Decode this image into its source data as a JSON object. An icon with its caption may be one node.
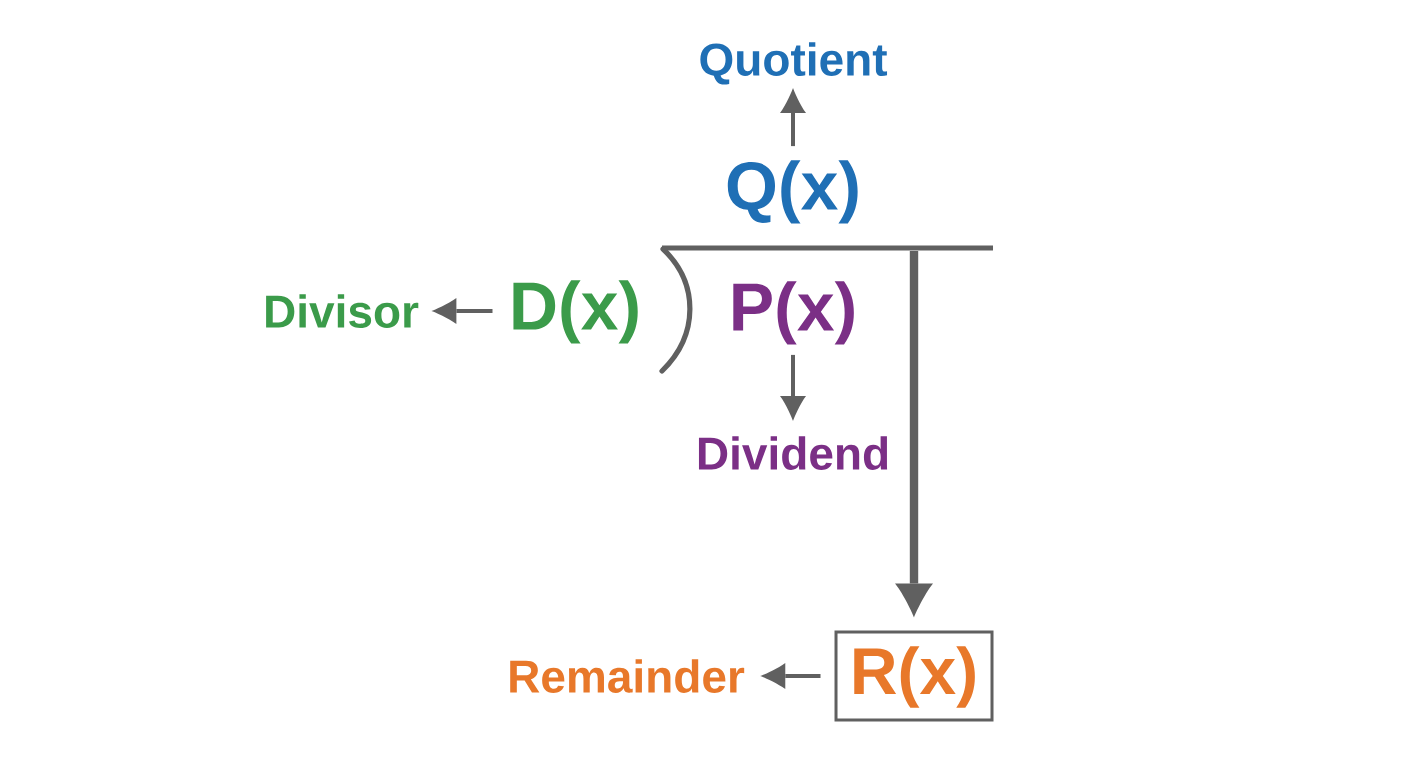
{
  "diagram": {
    "nodes": [
      {
        "text": [
          "Quotient"
        ]
      },
      {
        "text": [
          "Q(x)"
        ]
      },
      {
        "text": [],
        "shape": "bar"
      },
      {
        "text": [
          "Divisor"
        ]
      },
      {
        "text": [
          "D(x)"
        ]
      },
      {
        "text": [
          "P(x)"
        ]
      },
      {
        "text": [
          "Dividend"
        ]
      },
      {
        "text": [
          "Remainder"
        ]
      },
      {
        "text": [
          "R(x)"
        ]
      }
    ],
    "edges": [
      {
        "from": 1,
        "to": 0,
        "arrow": "to"
      },
      {
        "from": 4,
        "to": 3,
        "arrow": "to"
      },
      {
        "from": 5,
        "to": 6,
        "arrow": "to"
      },
      {
        "from": 8,
        "to": 7,
        "arrow": "to"
      },
      {
        "from": 2,
        "to": 8,
        "arrow": "to",
        "style": "thick"
      }
    ]
  }
}
